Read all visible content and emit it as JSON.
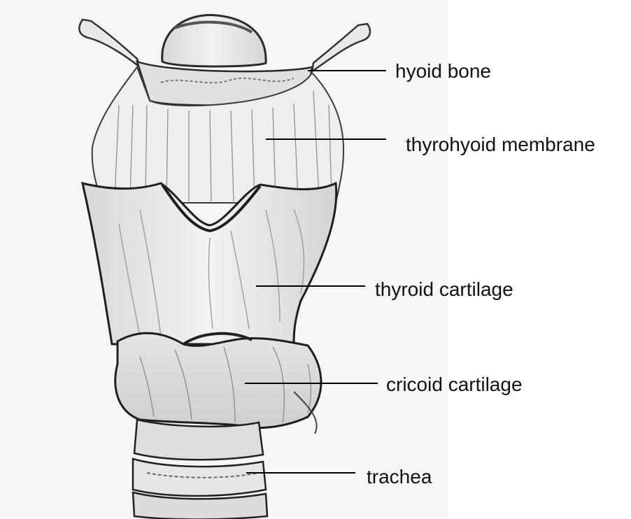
{
  "labels": {
    "hyoid_bone": "hyoid bone",
    "thyrohyoid_membrane": "thyrohyoid membrane",
    "thyroid_cartilage": "thyroid cartilage",
    "cricoid_cartilage": "cricoid cartilage",
    "trachea": "trachea"
  },
  "colors": {
    "ink": "#1a1a1a",
    "shade": "#9a9a9a",
    "paper": "#f4f4f4",
    "leader": "#000000"
  }
}
